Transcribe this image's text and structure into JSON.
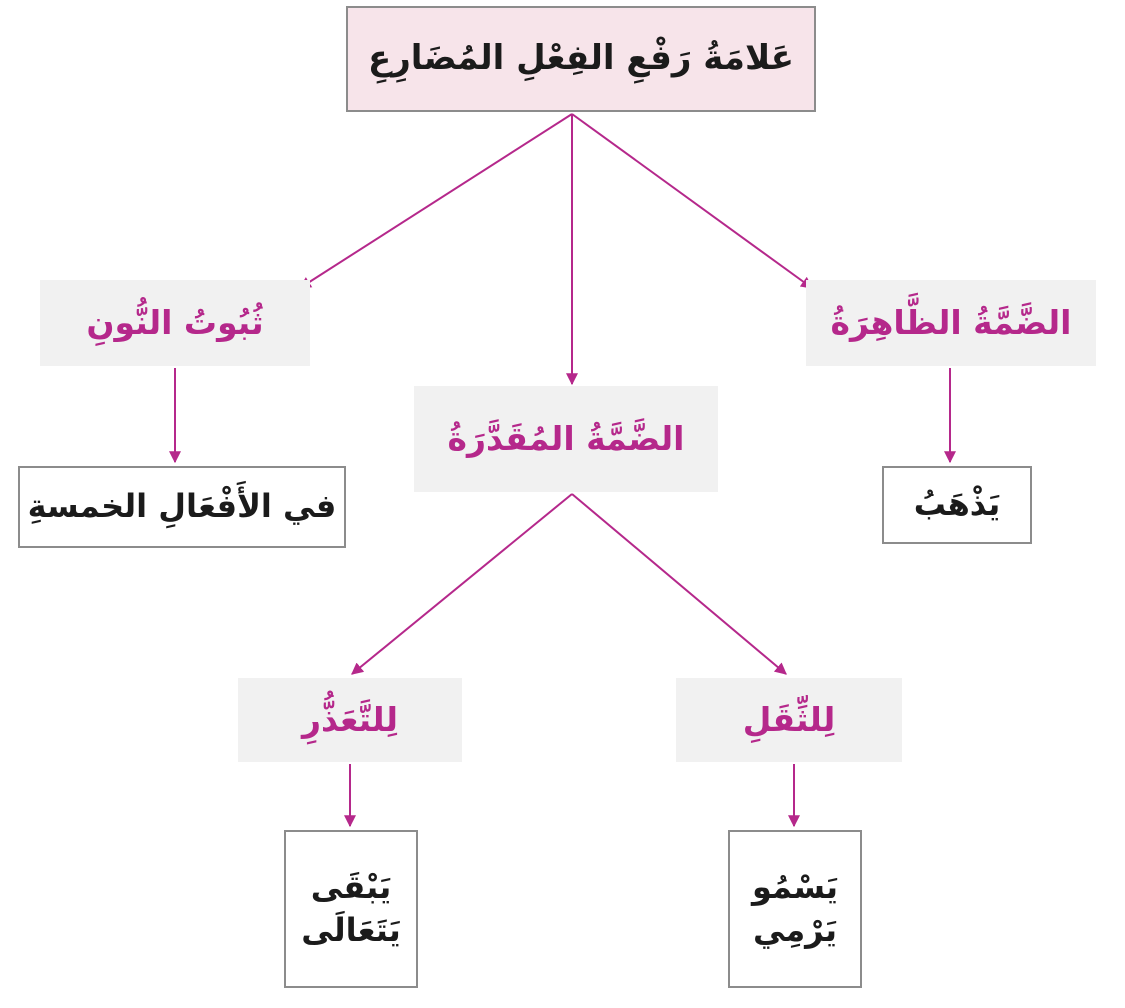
{
  "colors": {
    "arrow": "#b5288b",
    "category_text": "#b5288b",
    "category_fill": "#f1f1f1",
    "root_fill": "#f7e4ea",
    "border": "#8c8c8c",
    "text": "#1b1b1b"
  },
  "root": {
    "label": "عَلامَةُ رَفْعِ الفِعْلِ المُضَارِعِ"
  },
  "categories": {
    "nun": {
      "label": "ثُبُوتُ النُّونِ"
    },
    "dhahira": {
      "label": "الضَّمَّةُ الظَّاهِرَةُ"
    },
    "muqaddara": {
      "label": "الضَّمَّةُ المُقَدَّرَةُ"
    },
    "taadhur": {
      "label": "لِلتَّعَذُّرِ"
    },
    "thiqal": {
      "label": "لِلثِّقَلِ"
    }
  },
  "examples": {
    "afal_khamsa": {
      "lines": [
        "في الأَفْعَالِ الخمسةِ"
      ]
    },
    "yadhhabu": {
      "lines": [
        "يَذْهَبُ"
      ]
    },
    "taadhur_examples": {
      "lines": [
        "يَبْقَى",
        "يَتَعَالَى"
      ]
    },
    "thiqal_examples": {
      "lines": [
        "يَسْمُو",
        "يَرْمِي"
      ]
    }
  }
}
